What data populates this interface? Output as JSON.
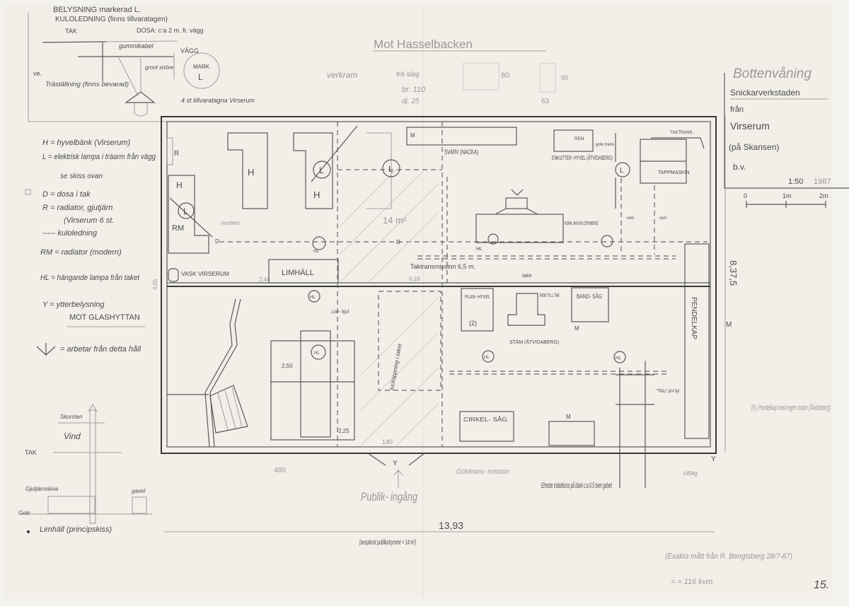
{
  "title_block": {
    "floor": "Bottenvåning",
    "line1": "Snickarverkstaden",
    "line2": "från",
    "line3": "Virserum",
    "line4": "(på Skansen)",
    "line5": "b.v.",
    "scale": "1:50",
    "year": "1987",
    "scale_bar": {
      "t0": "0",
      "t1": "1m",
      "t2": "2m"
    }
  },
  "orientation_north": "Mot Hasselbacken",
  "window_note": {
    "label": "verkram",
    "material": "trä slag",
    "width": "br. 110",
    "depth": "dj. 25",
    "dim_a": "80",
    "dim_b": "90",
    "dim_c": "63"
  },
  "lighting_sketch": {
    "title": "BELYSNING markerad L.",
    "cable": "KULOLEDNING (finns tillvaratagen)",
    "tak": "TAK",
    "dosa": "DOSA: c:a 2 m. fr. vägg",
    "gummikabel": "gummikabel",
    "vagg": "VÄGG",
    "ve": "ve.",
    "stallning": "Träställning (finns bevarad)",
    "grovt": "grovt snöre",
    "mark": "MARK.",
    "mark_l": "L",
    "lamps": "4 st tillvaratagna Virserum"
  },
  "legend": [
    "H = hyvelbänk (Virserum)",
    "L = elektrisk lampa i träarm från vägg",
    "se skiss ovan",
    "D = dosa i tak",
    "R = radiator, gjutjärn",
    "(Virserum 6 st.",
    "----- kuloledning",
    "RM = radiator (modern)",
    "HL = hängande lampa från taket",
    "Y = ytterbelysning",
    "MOT GLASHYTTAN",
    "= arbetar från detta håll"
  ],
  "limhall_sketch": {
    "skorsten": "Skorsten",
    "vind": "Vind",
    "tak": "TAK",
    "gjutjarn": "Gjutjärnskiva",
    "gavel": "gavel",
    "golv": "Golv",
    "caption": "Limhäll (principskiss)"
  },
  "plan": {
    "labels": {
      "h": "H",
      "l": "L",
      "r": "R",
      "rm": "RM",
      "m": "M",
      "d": "D",
      "hl": "HL",
      "y": "Y",
      "modern": "modern",
      "area": "14 m²",
      "limhall": "LIMHÄLL",
      "vask": "VASK VIRSERUM",
      "dim_240": "2,40",
      "dim_618": "6,18",
      "dim_405": "4,05",
      "svarv": "SVARV (NACKA)",
      "rem": "REM",
      "golvtrans": "golv trans",
      "enkutter": "ENKUTTER- HYVEL (ÅTVIDABERG)",
      "taktrans": "TAKTRANS.",
      "tappmaskin": "TAPPMASKIN",
      "komb": "KOMB. MASKIN (STENBERG)",
      "rem2": "rem",
      "transmission": "Taktransmission 6,5 m.",
      "taktr": "taktr.",
      "planhyvel": "PLAN- HYVEL",
      "planhyvel_n": "(2)",
      "rem_till_tak": "REM TILL TAK",
      "stam": "STÄM (ÅTVIDABERG)",
      "bandsag": "BAND- SÅG",
      "pendelkap": "PENDELKAP",
      "limhjul": "Lim- hjul",
      "dim_250": "2,50",
      "dim_225": "2,25",
      "lucka": "lucköppning i taket",
      "trall": "\"TRALL\" på 4 hjul",
      "cirkelsag": "CIRKEL- SÅG",
      "dim_140": "140",
      "dim_480": "480"
    }
  },
  "notes": {
    "publik": "Publik- ingång",
    "publik_sub": "(avspärrat publikutrymme = 14 m²)",
    "golvtrans": "Golvtrans- mission",
    "elmotor": "Elmotor induktions på bänk c:a 0,5 över golvet",
    "uttag": "uttag",
    "total_width": "13,93",
    "total_depth": "8,37,5",
    "pendelkap_note": "(9.) Pendelkap med egen motor (Åtvidaberg)",
    "exact": "(Exakta mått från R. Bengtsberg 28/7-87)",
    "volume": "= ≈ 116 kvm.",
    "page": "15."
  }
}
